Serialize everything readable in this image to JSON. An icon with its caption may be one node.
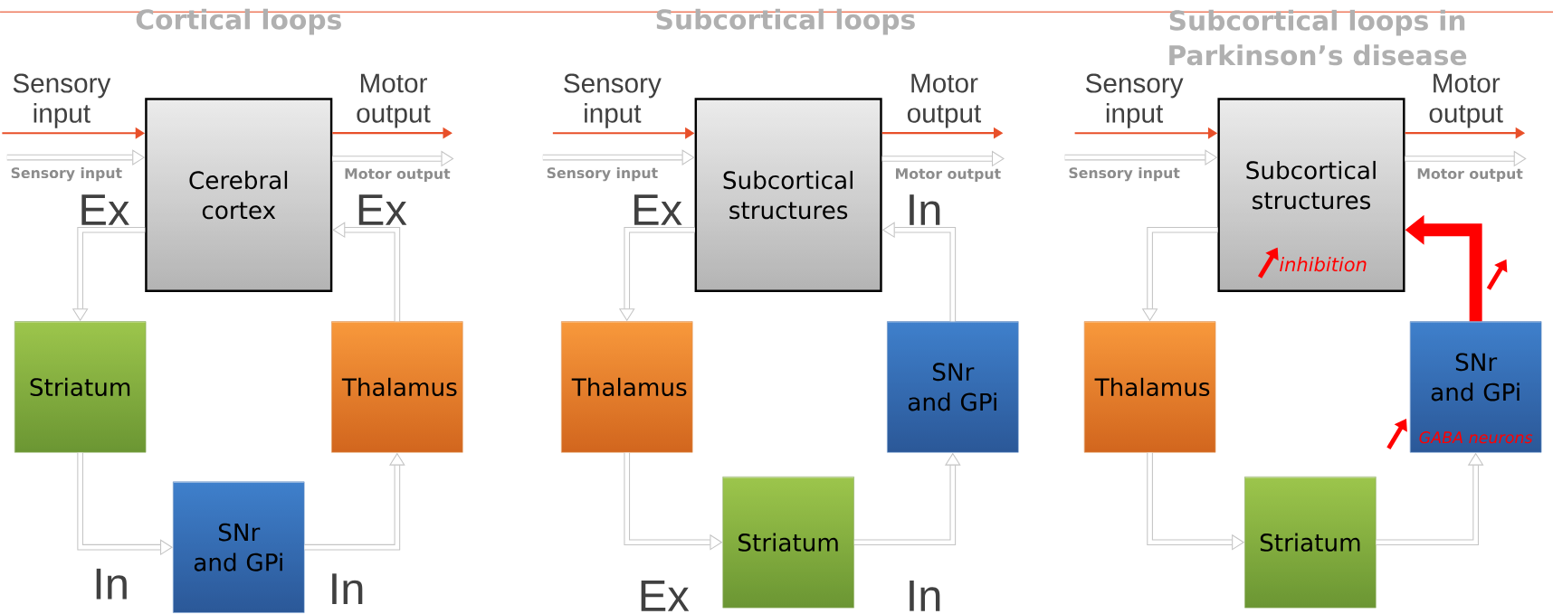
{
  "diagram": {
    "nodes": [
      {
        "text": [
          "Cerebral cortex"
        ]
      },
      {
        "text": [
          "Striatum"
        ]
      },
      {
        "text": [
          "Thalamus"
        ]
      },
      {
        "text": [
          "SNr and GPi"
        ]
      },
      {
        "text": [
          "Subcortical structures"
        ]
      },
      {
        "text": [
          "Thalamus"
        ]
      },
      {
        "text": [
          "SNr and GPi"
        ]
      },
      {
        "text": [
          "Striatum"
        ]
      },
      {
        "text": [
          "Subcortical structures",
          "inhibition"
        ]
      },
      {
        "text": [
          "Thalamus"
        ]
      },
      {
        "text": [
          "SNr and GPi",
          "GABA neurons"
        ]
      },
      {
        "text": [
          "Striatum"
        ]
      },
      {
        "text": [
          "Sensory input"
        ]
      },
      {
        "text": [
          "Sensory input"
        ]
      },
      {
        "text": [
          "Motor output"
        ]
      },
      {
        "text": [
          "Motor output"
        ]
      },
      {
        "text": [
          "Sensory input"
        ]
      },
      {
        "text": [
          "Sensory input"
        ]
      },
      {
        "text": [
          "Motor output"
        ]
      },
      {
        "text": [
          "Motor output"
        ]
      },
      {
        "text": [
          "Sensory input"
        ]
      },
      {
        "text": [
          "Sensory input"
        ]
      },
      {
        "text": [
          "Motor output"
        ]
      },
      {
        "text": [
          "Motor output"
        ]
      }
    ],
    "edges": [
      {
        "from": 13,
        "to": 0,
        "arrow": "to"
      },
      {
        "from": 12,
        "to": 0,
        "arrow": "to",
        "color": "#e8502a"
      },
      {
        "from": 0,
        "to": 15,
        "arrow": "to"
      },
      {
        "from": 0,
        "to": 14,
        "arrow": "to",
        "color": "#e8502a"
      },
      {
        "from": 0,
        "to": 1,
        "arrow": "to",
        "label": "Ex"
      },
      {
        "from": 1,
        "to": 3,
        "arrow": "to",
        "label": "In"
      },
      {
        "from": 3,
        "to": 2,
        "arrow": "to",
        "label": "In"
      },
      {
        "from": 2,
        "to": 0,
        "arrow": "to",
        "label": "Ex"
      },
      {
        "from": 17,
        "to": 4,
        "arrow": "to"
      },
      {
        "from": 16,
        "to": 4,
        "arrow": "to",
        "color": "#e8502a"
      },
      {
        "from": 4,
        "to": 19,
        "arrow": "to"
      },
      {
        "from": 4,
        "to": 18,
        "arrow": "to",
        "color": "#e8502a"
      },
      {
        "from": 4,
        "to": 5,
        "arrow": "to",
        "label": "Ex"
      },
      {
        "from": 5,
        "to": 7,
        "arrow": "to",
        "label": "Ex"
      },
      {
        "from": 7,
        "to": 6,
        "arrow": "to",
        "label": "In"
      },
      {
        "from": 6,
        "to": 4,
        "arrow": "to",
        "label": "In"
      },
      {
        "from": 21,
        "to": 8,
        "arrow": "to"
      },
      {
        "from": 20,
        "to": 8,
        "arrow": "to",
        "color": "#e8502a"
      },
      {
        "from": 8,
        "to": 23,
        "arrow": "to"
      },
      {
        "from": 8,
        "to": 22,
        "arrow": "to",
        "color": "#e8502a"
      },
      {
        "from": 8,
        "to": 9,
        "arrow": "to"
      },
      {
        "from": 9,
        "to": 11,
        "arrow": "to"
      },
      {
        "from": 11,
        "to": 10,
        "arrow": "to"
      },
      {
        "from": 10,
        "to": 8,
        "arrow": "to",
        "style": "thick",
        "color": "#ff0000"
      }
    ],
    "labels": [
      "Cortical loops",
      "Subcortical loops",
      "Subcortical loops in Parkinson’s disease"
    ]
  }
}
